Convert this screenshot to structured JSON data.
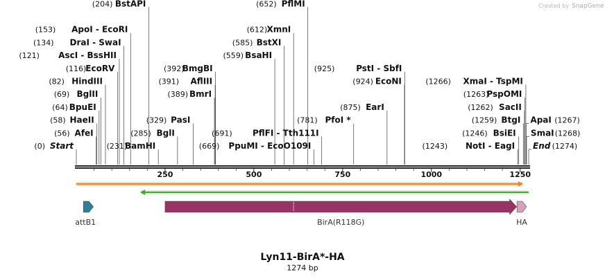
{
  "credit": {
    "text": "Created by",
    "brand": "SnapGene"
  },
  "map": {
    "title": "Lyn11-BirA*-HA",
    "length_text": "1274 bp",
    "length": 1274,
    "ticks": [
      250,
      500,
      750,
      1000,
      1250
    ]
  },
  "sites": [
    {
      "name": "Start",
      "pos_text": "(0)",
      "pos": 0,
      "italic": true,
      "row": 0
    },
    {
      "name": "AfeI",
      "pos_text": "(56)",
      "pos": 56,
      "row": 1
    },
    {
      "name": "HaeII",
      "pos_text": "(58)",
      "pos": 58,
      "row": 2
    },
    {
      "name": "BpuEI",
      "pos_text": "(64)",
      "pos": 64,
      "row": 3
    },
    {
      "name": "BglII",
      "pos_text": "(69)",
      "pos": 69,
      "row": 4
    },
    {
      "name": "HindIII",
      "pos_text": "(82)",
      "pos": 82,
      "row": 5
    },
    {
      "name": "EcoRV",
      "pos_text": "(116)",
      "pos": 116,
      "row": 6
    },
    {
      "name": "AscI  -  BssHII",
      "pos_text": "(121)",
      "pos": 121,
      "row": 7
    },
    {
      "name": "DraI  -  SwaI",
      "pos_text": "(134)",
      "pos": 134,
      "row": 8
    },
    {
      "name": "ApoI  -  EcoRI",
      "pos_text": "(153)",
      "pos": 153,
      "row": 9
    },
    {
      "name": "BstAPI",
      "pos_text": "(204)",
      "pos": 204,
      "row": 11
    },
    {
      "name": "BamHI",
      "pos_text": "(231)",
      "pos": 231,
      "row": 0
    },
    {
      "name": "BglI",
      "pos_text": "(285)",
      "pos": 285,
      "row": 1
    },
    {
      "name": "PasI",
      "pos_text": "(329)",
      "pos": 329,
      "row": 2
    },
    {
      "name": "BmrI",
      "pos_text": "(389)",
      "pos": 389,
      "row": 4
    },
    {
      "name": "AflIII",
      "pos_text": "(391)",
      "pos": 391,
      "row": 5
    },
    {
      "name": "BmgBI",
      "pos_text": "(392)",
      "pos": 392,
      "row": 6
    },
    {
      "name": "PpuMI  -  EcoO109I",
      "pos_text": "(669)",
      "pos": 669,
      "row": 0
    },
    {
      "name": "PflFI  -  Tth111I",
      "pos_text": "(691)",
      "pos": 691,
      "row": 1
    },
    {
      "name": "BsaHI",
      "pos_text": "(559)",
      "pos": 559,
      "row": 7
    },
    {
      "name": "BstXI",
      "pos_text": "(585)",
      "pos": 585,
      "row": 8
    },
    {
      "name": "XmnI",
      "pos_text": "(612)",
      "pos": 612,
      "row": 9
    },
    {
      "name": "PflMI",
      "pos_text": "(652)",
      "pos": 652,
      "row": 11
    },
    {
      "name": "PfoI *",
      "pos_text": "(781)",
      "pos": 781,
      "row": 2
    },
    {
      "name": "EarI",
      "pos_text": "(875)",
      "pos": 875,
      "row": 3
    },
    {
      "name": "EcoNI",
      "pos_text": "(924)",
      "pos": 924,
      "row": 5
    },
    {
      "name": "PstI  -  SbfI",
      "pos_text": "(925)",
      "pos": 925,
      "row": 6
    },
    {
      "name": "NotI  -  EagI",
      "pos_text": "(1243)",
      "pos": 1243,
      "row": 0
    },
    {
      "name": "BsiEI",
      "pos_text": "(1246)",
      "pos": 1246,
      "row": 1
    },
    {
      "name": "BtgI",
      "pos_text": "(1259)",
      "pos": 1259,
      "row": 2
    },
    {
      "name": "SacII",
      "pos_text": "(1262)",
      "pos": 1262,
      "row": 3
    },
    {
      "name": "PspOMI",
      "pos_text": "(1263)",
      "pos": 1263,
      "row": 4
    },
    {
      "name": "XmaI  -  TspMI",
      "pos_text": "(1266)",
      "pos": 1266,
      "row": 5
    },
    {
      "name": "End",
      "pos_text": "(1274)",
      "pos": 1274,
      "italic": true,
      "row": 0,
      "side": "right"
    },
    {
      "name": "SmaI",
      "pos_text": "(1268)",
      "pos": 1268,
      "row": 1,
      "side": "right"
    },
    {
      "name": "ApaI",
      "pos_text": "(1267)",
      "pos": 1267,
      "row": 2,
      "side": "right"
    }
  ],
  "features": [
    {
      "name": "attB1",
      "start": 20,
      "end": 48,
      "color": "#2e7f99",
      "label_side": "left"
    },
    {
      "name": "BirA(R118G)",
      "start": 250,
      "end": 1240,
      "color": "#993366",
      "label_side": "center"
    },
    {
      "name": "HA",
      "start": 1241,
      "end": 1268,
      "color": "#d4a2b9",
      "label_side": "center"
    }
  ],
  "orfs": [
    {
      "start": 0,
      "end": 1258,
      "direction": "forward",
      "color": "#e8833a",
      "fill": "#f5deb3"
    },
    {
      "start": 180,
      "end": 1274,
      "direction": "reverse",
      "color": "#3aaa35",
      "fill": "#dff0d0"
    }
  ],
  "colors": {
    "backbone": "#222222",
    "site_line": "#333333",
    "cut_mark": "#d9534f"
  }
}
